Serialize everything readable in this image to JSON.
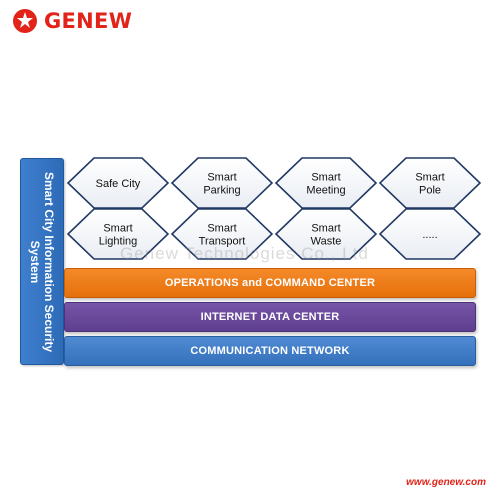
{
  "brand": {
    "name": "GENEW",
    "color": "#e2231a",
    "icon": "genew-star-logo"
  },
  "sidebar": {
    "label": "Smart City Information Security System",
    "color": "#3575c3"
  },
  "applications": [
    {
      "label": [
        "Safe City"
      ]
    },
    {
      "label": [
        "Smart",
        "Parking"
      ]
    },
    {
      "label": [
        "Smart",
        "Meeting"
      ]
    },
    {
      "label": [
        "Smart",
        "Pole"
      ]
    },
    {
      "label": [
        "Smart",
        "Lighting"
      ]
    },
    {
      "label": [
        "Smart",
        "Transport"
      ]
    },
    {
      "label": [
        "Smart",
        "Waste"
      ]
    },
    {
      "label": [
        "....."
      ]
    }
  ],
  "layers": {
    "operations": "OPERATIONS and COMMAND CENTER",
    "data_center": "INTERNET DATA CENTER",
    "network": "COMMUNICATION NETWORK"
  },
  "colors": {
    "operations": "#f07d1c",
    "data_center": "#6a4a9c",
    "network": "#4480cb",
    "diamond_border": "#203864"
  },
  "watermark": "Genew Technologies Co., Ltd",
  "website": "www.genew.com"
}
